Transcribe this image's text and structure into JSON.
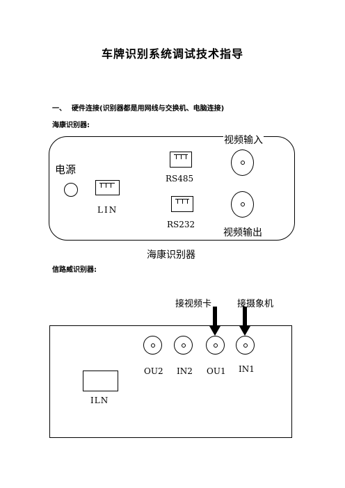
{
  "doc": {
    "title": "车牌识别系统调试技术指导",
    "section1": {
      "number": "一、",
      "heading": "硬件连接(识别器都是用网线与交换机、电脑连接)"
    },
    "hik": {
      "subtitle": "海康识别器:",
      "power_label": "电源",
      "lin_label": "LIN",
      "rs485_label": "RS485",
      "rs232_label": "RS232",
      "video_in_label": "视频输入",
      "video_out_label": "视频输出",
      "caption": "海康识别器"
    },
    "xlw": {
      "subtitle": "信路威识别器:",
      "arrow1_label": "接视频卡",
      "arrow2_label": "接摄象机",
      "ports": [
        "OU2",
        "IN2",
        "OU1",
        "IN1"
      ],
      "iln_label": "ILN"
    }
  }
}
